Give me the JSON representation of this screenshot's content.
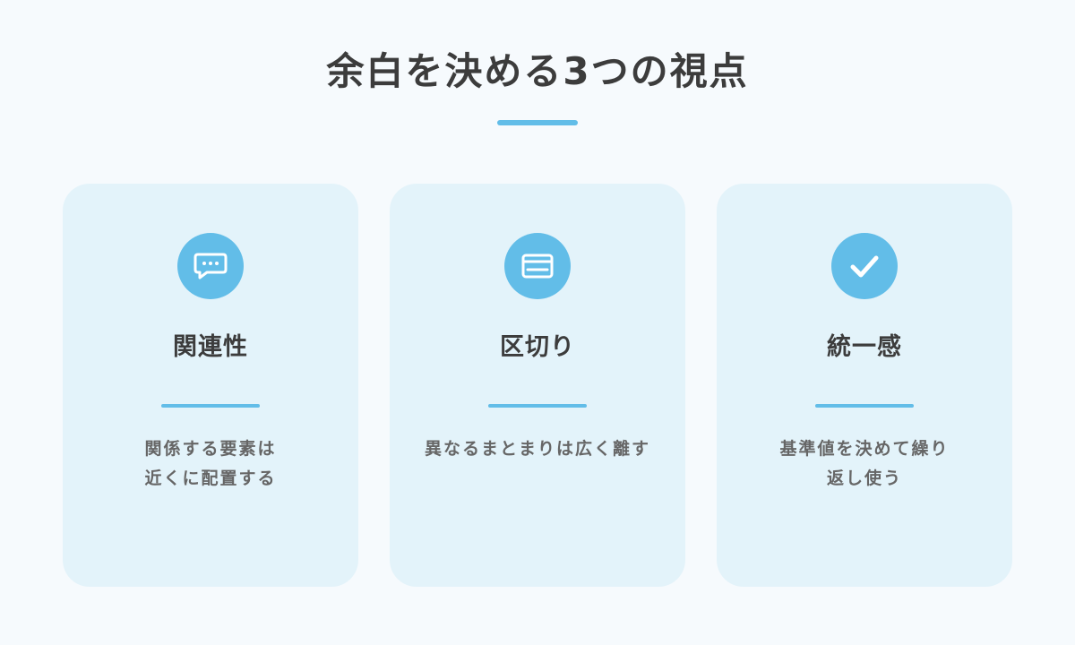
{
  "title": "余白を決める3つの視点",
  "colors": {
    "background": "#f6fafd",
    "card": "#e3f3fa",
    "accent": "#62bde8",
    "heading": "#3c3c3c",
    "body": "#666666"
  },
  "cards": [
    {
      "icon": "speech-bubble-icon",
      "title": "関連性",
      "desc": [
        "関係する要素は",
        "近くに配置する"
      ]
    },
    {
      "icon": "window-panel-icon",
      "title": "区切り",
      "desc": [
        "異なるまとまりは広く離す"
      ]
    },
    {
      "icon": "checkmark-icon",
      "title": "統一感",
      "desc": [
        "基準値を決めて繰り",
        "返し使う"
      ]
    }
  ]
}
